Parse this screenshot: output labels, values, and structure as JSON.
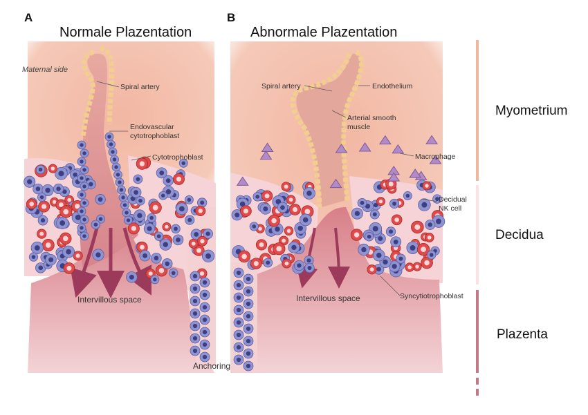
{
  "panel_a": {
    "letter": "A",
    "title": "Normale Plazentation",
    "labels": {
      "maternal_side": "Maternal side",
      "spiral_artery": "Spiral artery",
      "endovascular_1": "Endovascular",
      "endovascular_2": "cytotrophoblast",
      "cytotrophoblast": "Cytotrophoblast",
      "intervillous": "Intervillous space",
      "anchoring": "Anchoring villus"
    }
  },
  "panel_b": {
    "letter": "B",
    "title": "Abnormale Plazentation",
    "labels": {
      "spiral_artery": "Spiral artery",
      "endothelium": "Endothelium",
      "arterial_1": "Arterial smooth",
      "arterial_2": "muscle",
      "macrophage": "Macrophage",
      "decidual_1": "Decidual",
      "decidual_2": "NK cell",
      "intervillous": "Intervillous space",
      "syncytio": "Syncytiotrophoblast"
    }
  },
  "layers": {
    "myometrium": "Myometrium",
    "decidua": "Decidua",
    "plazenta": "Plazenta"
  },
  "colors": {
    "myometrium_bar": "#f0b79a",
    "decidua_bar": "#fbe3e3",
    "plazenta_bar": "#c47a86",
    "tissue": "#f3bfae",
    "decidua_fill": "#f6d3d6",
    "placenta_fill": "#d98a90",
    "artery_wall": "#f6d49a",
    "cyto_cell": "#8f93cf",
    "red_cell": "#e04a4a",
    "arrow": "#9b3a5a"
  }
}
